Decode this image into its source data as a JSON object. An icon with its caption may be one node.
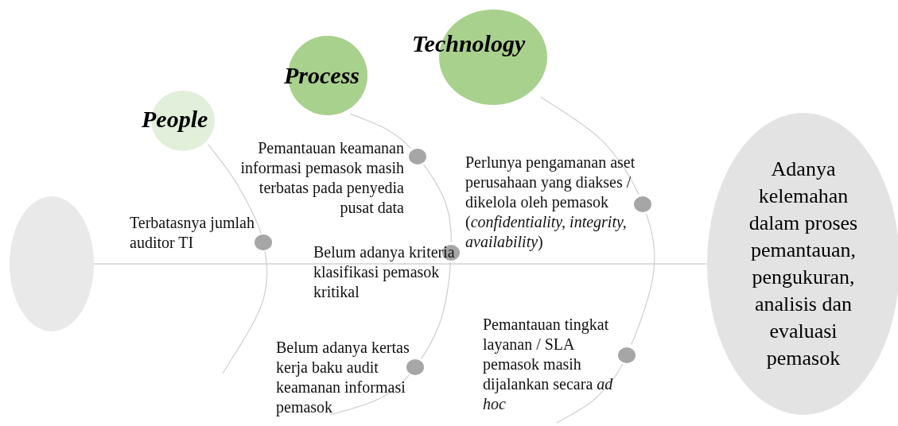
{
  "diagram": {
    "nodes": [
      {
        "text": [],
        "shape": "circle"
      },
      {
        "text": [
          "People"
        ]
      },
      {
        "text": [
          "Process"
        ]
      },
      {
        "text": [
          "Technology"
        ]
      },
      {
        "text": [],
        "shape": "circle",
        "beside": [
          "Terbatasnya jumlah auditor TI"
        ]
      },
      {
        "text": [],
        "shape": "circle",
        "beside": [
          "Pemantauan keamanan informasi pemasok masih terbatas pada penyedia pusat data"
        ]
      },
      {
        "text": [],
        "shape": "circle",
        "beside": [
          "Belum adanya kriteria klasifikasi pemasok kritikal"
        ]
      },
      {
        "text": [],
        "shape": "circle",
        "beside": [
          "Belum adanya kertas kerja baku audit keamanan informasi pemasok"
        ]
      },
      {
        "text": [],
        "shape": "circle",
        "beside": [
          "Perlunya pengamanan aset perusahaan yang diakses / dikelola oleh pemasok (*confidentiality, integrity, availability*)"
        ]
      },
      {
        "text": [],
        "shape": "circle",
        "beside": [
          "Pemantauan tingkat layanan / SLA pemasok masih dijalankan secara *ad hoc*"
        ]
      },
      {
        "text": [
          "Adanya kelemahan dalam proses pemantauan, pengukuran, analisis dan evaluasi pemasok"
        ]
      }
    ],
    "edges": [
      {
        "from": 0,
        "to": 10,
        "arrow": "none"
      },
      {
        "from": 1,
        "to": 4,
        "arrow": "none"
      },
      {
        "from": 4,
        "to": null,
        "arrow": "none"
      },
      {
        "from": 2,
        "to": 5,
        "arrow": "none"
      },
      {
        "from": 5,
        "to": 6,
        "arrow": "none"
      },
      {
        "from": 6,
        "to": 7,
        "arrow": "none"
      },
      {
        "from": 7,
        "to": null,
        "arrow": "none"
      },
      {
        "from": 3,
        "to": 8,
        "arrow": "none"
      },
      {
        "from": 8,
        "to": 9,
        "arrow": "none"
      },
      {
        "from": 9,
        "to": null,
        "arrow": "none"
      }
    ]
  }
}
